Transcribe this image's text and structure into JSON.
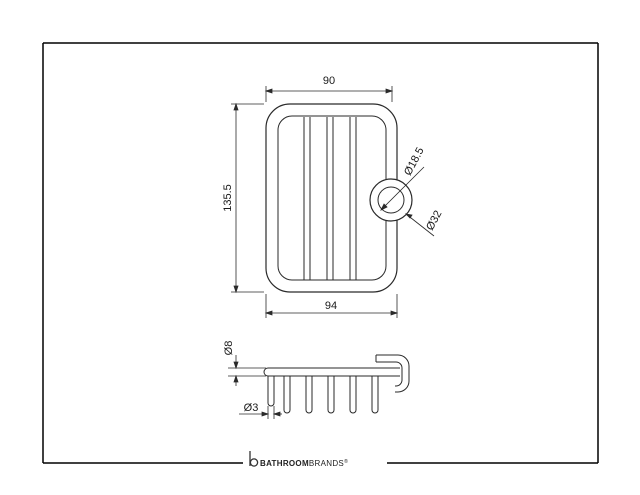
{
  "dimensions": {
    "top_width": "90",
    "bottom_width": "94",
    "height": "135.5",
    "ring_inner": "Ø18.5",
    "ring_outer": "Ø32",
    "side_thickness": "Ø8",
    "pin_diameter": "Ø3"
  },
  "brand": {
    "name_bold": "BATHROOM",
    "name_regular": "BRANDS",
    "mark": "®"
  },
  "colors": {
    "line": "#2a2a2a",
    "frame": "#000000"
  }
}
